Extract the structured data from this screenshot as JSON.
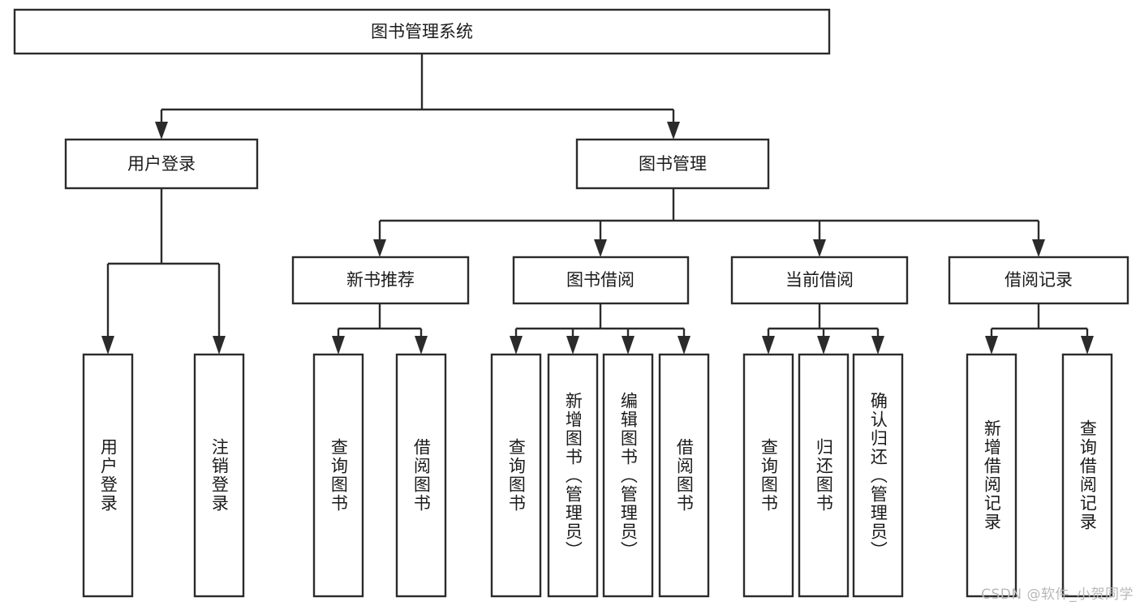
{
  "diagram": {
    "title": "图书管理系统",
    "type": "hierarchy-tree",
    "watermark": "CSDN @软件_小贺同学",
    "colors": {
      "box_stroke": "#2b2b2b",
      "box_fill": "#ffffff",
      "text": "#1b1b1b",
      "background": "#ffffff",
      "watermark": "#b8b8b8"
    },
    "root": {
      "label": "图书管理系统"
    },
    "level2": [
      {
        "label": "用户登录"
      },
      {
        "label": "图书管理"
      }
    ],
    "level3": [
      {
        "label": "新书推荐"
      },
      {
        "label": "图书借阅"
      },
      {
        "label": "当前借阅"
      },
      {
        "label": "借阅记录"
      }
    ],
    "leaves": {
      "user_login": [
        {
          "label": "用户登录"
        },
        {
          "label": "注销登录"
        }
      ],
      "new_book_recommend": [
        {
          "label": "查询图书"
        },
        {
          "label": "借阅图书"
        }
      ],
      "book_borrow": [
        {
          "label": "查询图书"
        },
        {
          "label": "新增图书（管理员）"
        },
        {
          "label": "编辑图书（管理员）"
        },
        {
          "label": "借阅图书"
        }
      ],
      "current_borrow": [
        {
          "label": "查询图书"
        },
        {
          "label": "归还图书"
        },
        {
          "label": "确认归还（管理员）"
        }
      ],
      "borrow_record": [
        {
          "label": "新增借阅记录"
        },
        {
          "label": "查询借阅记录"
        }
      ]
    }
  }
}
